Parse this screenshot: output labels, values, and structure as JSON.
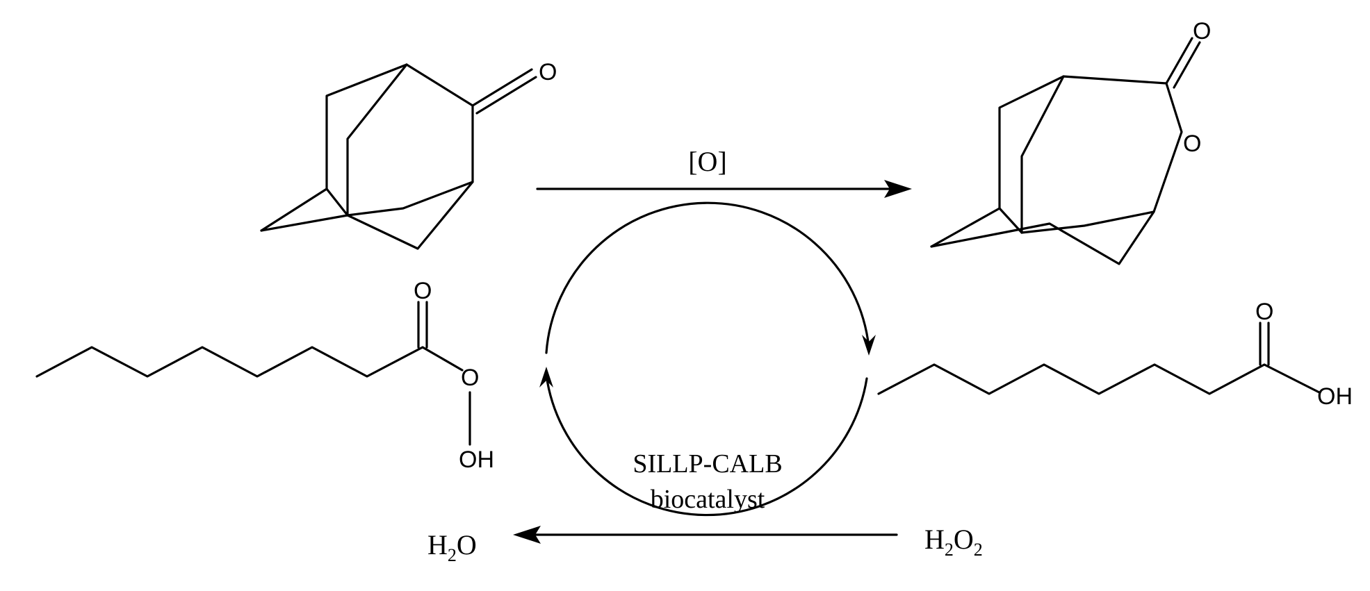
{
  "reaction": {
    "oxidant_label": "[O]",
    "catalyst_line1": "SILLP-CALB",
    "catalyst_line2": "biocatalyst"
  },
  "species": {
    "h2o2": {
      "main": "H",
      "sub1": "2",
      "mid": "O",
      "sub2": "2"
    },
    "h2o": {
      "main": "H",
      "sub": "2",
      "end": "O"
    }
  },
  "atoms": {
    "ketone_o": "O",
    "lactone_carbonyl_o": "O",
    "lactone_ring_o": "O",
    "peracid_carbonyl_o": "O",
    "peracid_o": "O",
    "peracid_oh": "OH",
    "acid_carbonyl_o": "O",
    "acid_oh": "OH"
  }
}
